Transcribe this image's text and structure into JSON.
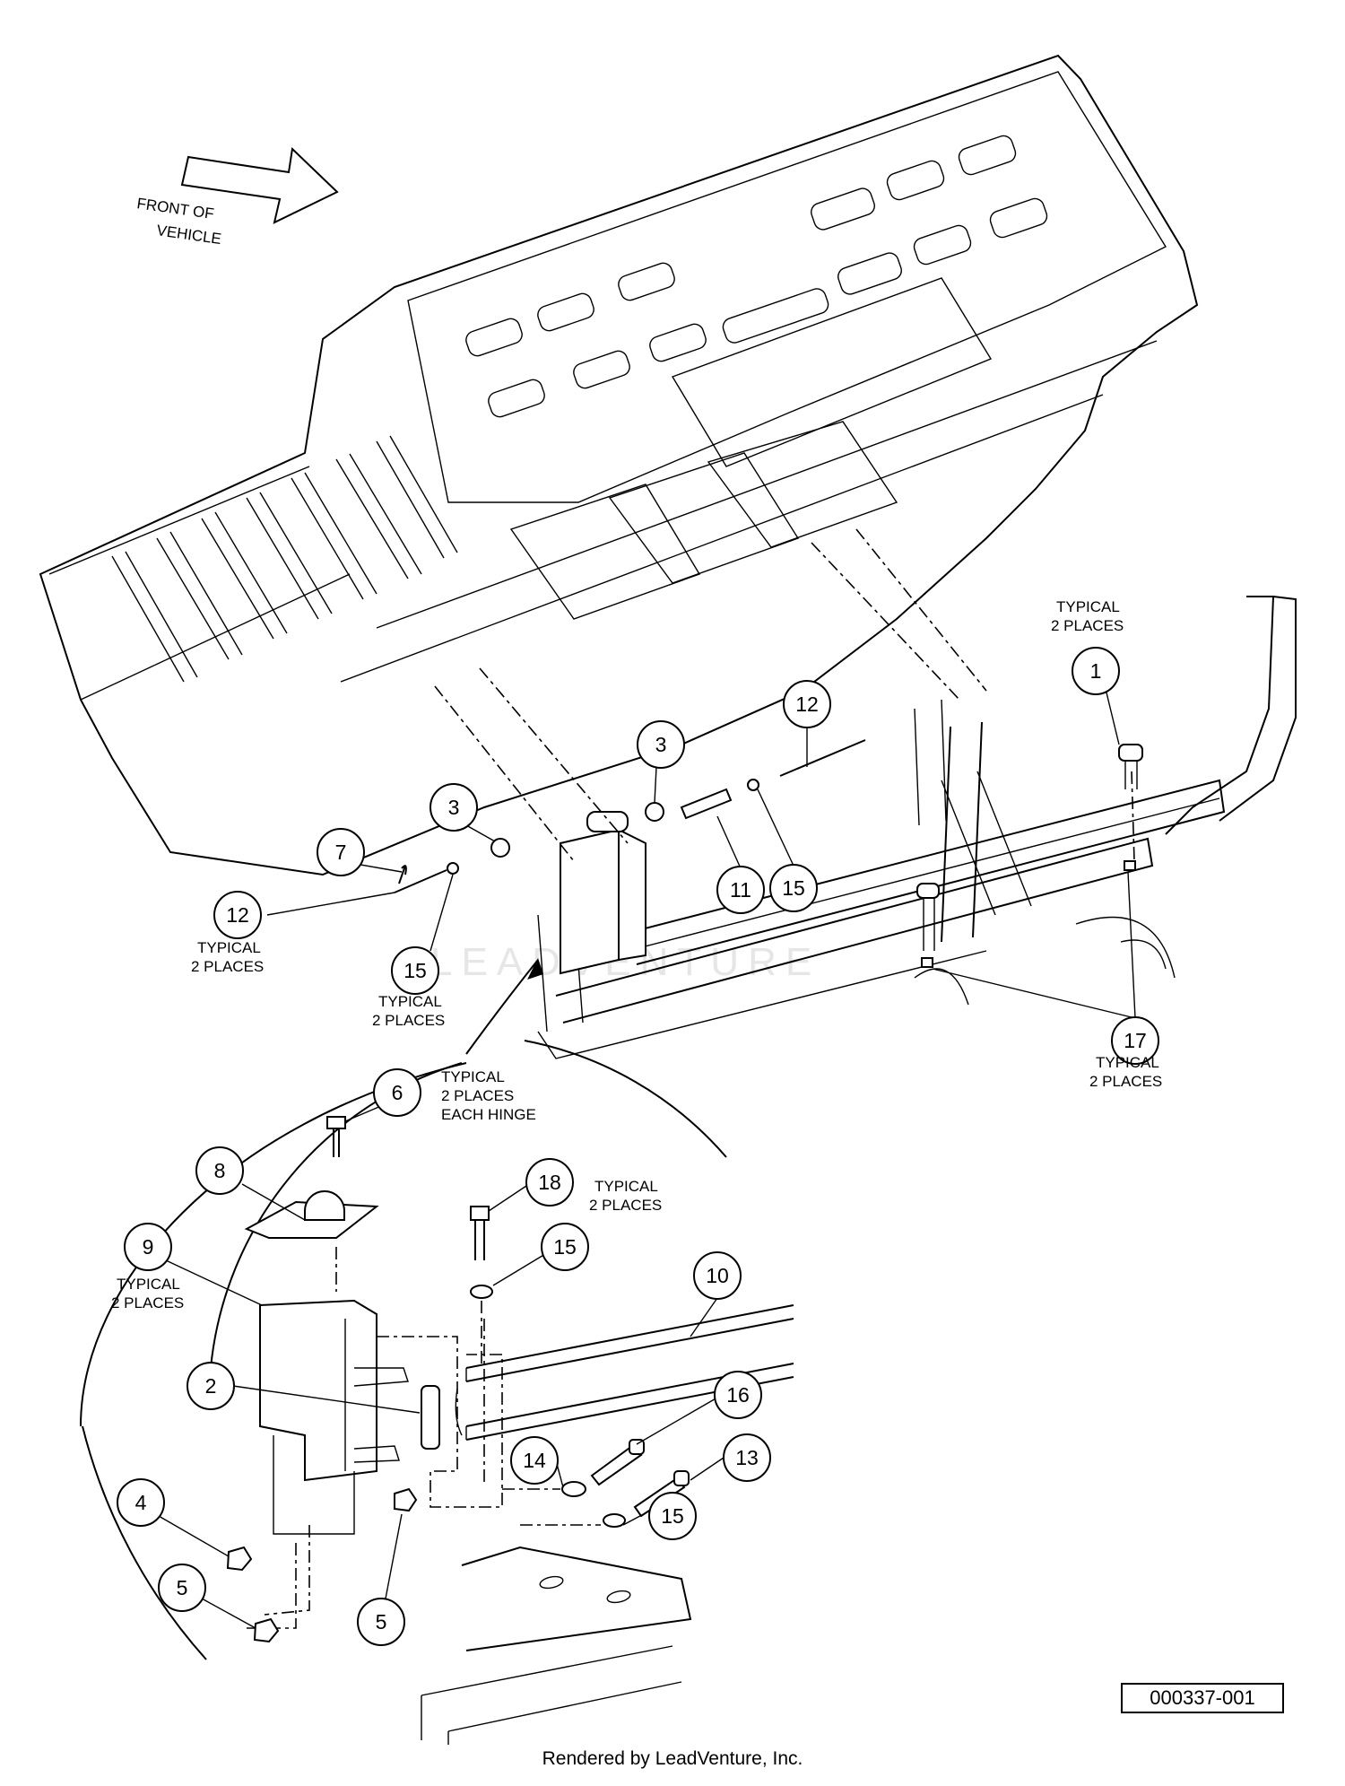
{
  "orientation_label": [
    "FRONT OF",
    "VEHICLE"
  ],
  "callouts": [
    {
      "id": "c1",
      "number": "1"
    },
    {
      "id": "c3a",
      "number": "3"
    },
    {
      "id": "c3b",
      "number": "3"
    },
    {
      "id": "c7",
      "number": "7"
    },
    {
      "id": "c11",
      "number": "11"
    },
    {
      "id": "c12a",
      "number": "12"
    },
    {
      "id": "c12b",
      "number": "12"
    },
    {
      "id": "c15a",
      "number": "15"
    },
    {
      "id": "c15b",
      "number": "15"
    },
    {
      "id": "c17",
      "number": "17"
    },
    {
      "id": "c6",
      "number": "6"
    },
    {
      "id": "c8",
      "number": "8"
    },
    {
      "id": "c9",
      "number": "9"
    },
    {
      "id": "c18",
      "number": "18"
    },
    {
      "id": "c15c",
      "number": "15"
    },
    {
      "id": "c10",
      "number": "10"
    },
    {
      "id": "c2",
      "number": "2"
    },
    {
      "id": "c16",
      "number": "16"
    },
    {
      "id": "c13",
      "number": "13"
    },
    {
      "id": "c14",
      "number": "14"
    },
    {
      "id": "c15d",
      "number": "15"
    },
    {
      "id": "c4",
      "number": "4"
    },
    {
      "id": "c5a",
      "number": "5"
    },
    {
      "id": "c5b",
      "number": "5"
    }
  ],
  "notes": [
    {
      "id": "n1",
      "lines": [
        "TYPICAL",
        "2 PLACES"
      ]
    },
    {
      "id": "n12",
      "lines": [
        "TYPICAL",
        "2 PLACES"
      ]
    },
    {
      "id": "n15",
      "lines": [
        "TYPICAL",
        "2 PLACES"
      ]
    },
    {
      "id": "n17",
      "lines": [
        "TYPICAL",
        "2 PLACES"
      ]
    },
    {
      "id": "n6",
      "lines": [
        "TYPICAL",
        "2 PLACES",
        "EACH HINGE"
      ]
    },
    {
      "id": "n18",
      "lines": [
        "TYPICAL",
        "2 PLACES"
      ]
    },
    {
      "id": "n9",
      "lines": [
        "TYPICAL",
        "2 PLACES"
      ]
    }
  ],
  "reference_number": "000337-001",
  "watermark": "LEADVENTURE",
  "footer": "Rendered by LeadVenture, Inc."
}
